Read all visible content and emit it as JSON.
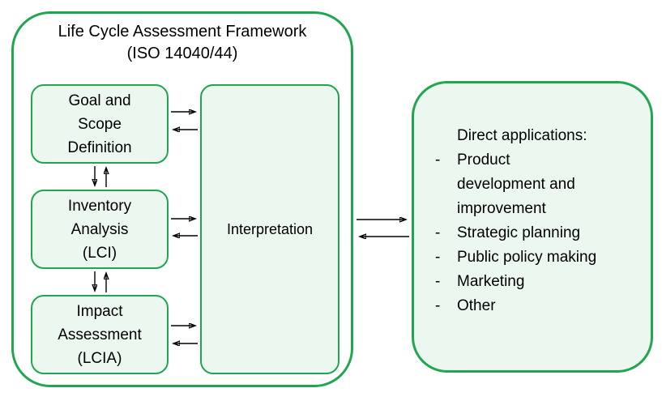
{
  "colors": {
    "green": "#1fa64f",
    "light_green": "#ecf7ef",
    "text": "#000000"
  },
  "framework": {
    "title_line1": "Life Cycle Assessment Framework",
    "title_line2": "(ISO 14040/44)",
    "goal_box": "Goal and\nScope\nDefinition",
    "inventory_box": "Inventory\nAnalysis\n(LCI)",
    "impact_box": "Impact\nAssessment\n(LCIA)",
    "interpretation_box": "Interpretation"
  },
  "applications": {
    "title": "Direct applications:",
    "bullet": "-",
    "items": [
      "Product\ndevelopment and\nimprovement",
      "Strategic planning",
      "Public policy making",
      "Marketing",
      "Other"
    ]
  }
}
